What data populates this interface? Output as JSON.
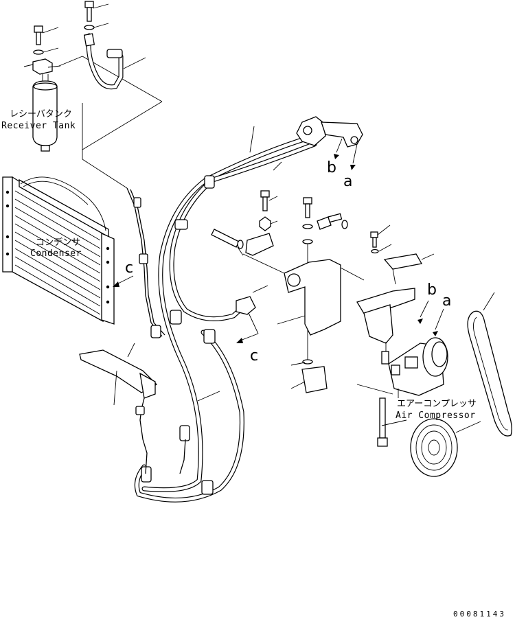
{
  "labels": {
    "receiver_tank_jp": "レシーバタンク",
    "receiver_tank_en": "Receiver Tank",
    "condenser_jp": "コンデンサ",
    "condenser_en": "Condenser",
    "air_compressor_jp": "エアーコンプレッサ",
    "air_compressor_en": "Air Compressor"
  },
  "callouts": {
    "b_top": "b",
    "a_top": "a",
    "c_left": "c",
    "c_mid": "c",
    "b_right": "b",
    "a_right": "a"
  },
  "drawing_code": "00081143"
}
